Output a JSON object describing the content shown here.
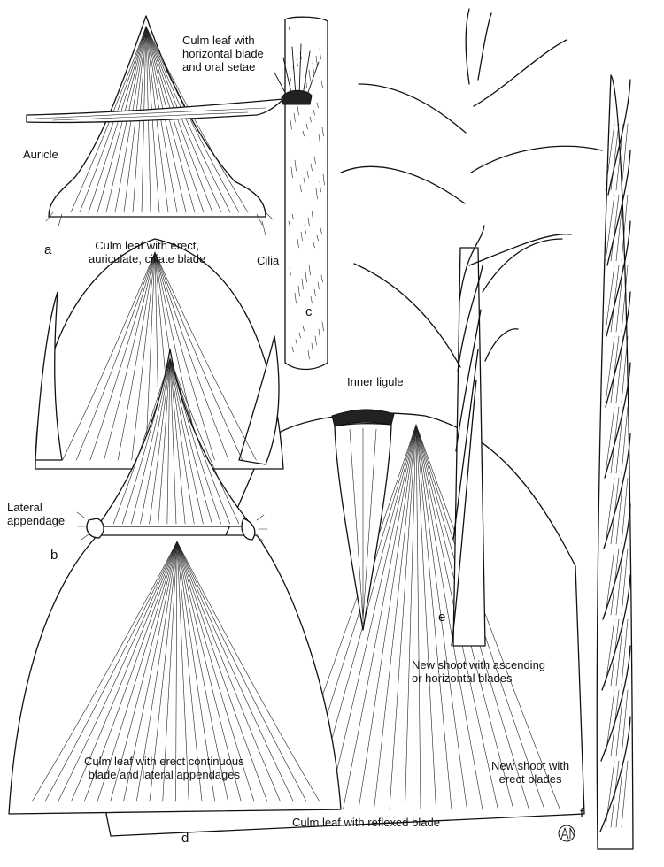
{
  "labels": {
    "c_title": "Culm leaf with\nhorizontal blade\nand oral setae",
    "auricle": "Auricle",
    "a": "a",
    "a_title": "Culm leaf with erect,\nauriculate, ciliate blade",
    "cilia": "Cilia",
    "c": "c",
    "inner_ligule": "Inner ligule",
    "lateral_appendage": "Lateral\nappendage",
    "b": "b",
    "e": "e",
    "e_title": "New shoot with ascending\nor horizontal blades",
    "b_title": "Culm leaf with erect continuous\nblade and lateral appendages",
    "f_title": "New shoot with\nerect blades",
    "f": "f",
    "d": "d",
    "d_title": "Culm leaf with reflexed blade"
  },
  "signature": "AM",
  "colors": {
    "ink": "#111111",
    "paper": "#ffffff"
  }
}
